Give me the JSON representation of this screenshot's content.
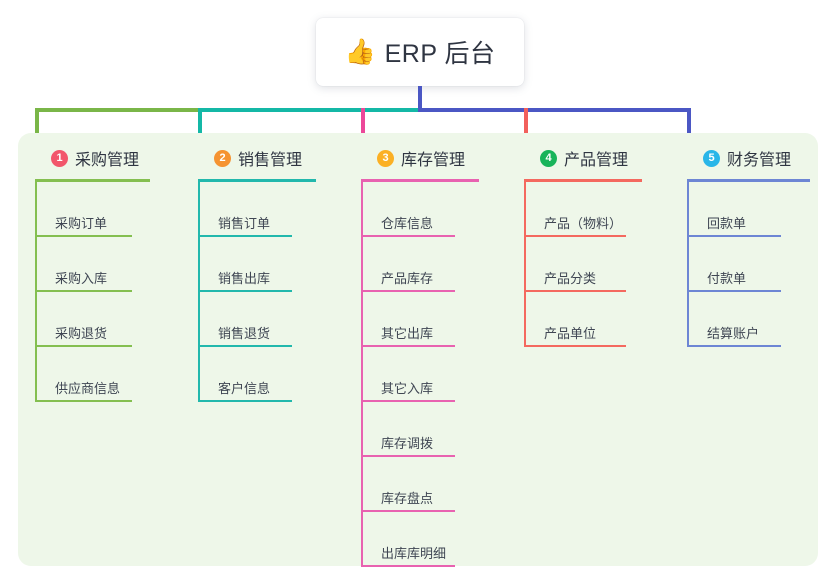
{
  "root": {
    "icon": "thumbs-up-emoji",
    "emoji": "👍",
    "title": "ERP 后台"
  },
  "colors": {
    "panel_bg": "#eef7e9",
    "page_bg": "#ffffff",
    "text": "#2f3542",
    "root_stem": "#4b57c4",
    "connector_green": "#7ab648",
    "connector_teal": "#14b8a6",
    "connector_purple": "#4b57c4",
    "connector_pink": "#ec4899",
    "connector_red": "#f2605c"
  },
  "columns": [
    {
      "index": "1",
      "title": "采购管理",
      "badge_color": "#f2566b",
      "line_color": "#84bf50",
      "leaves": [
        {
          "label": "采购订单"
        },
        {
          "label": "采购入库"
        },
        {
          "label": "采购退货"
        },
        {
          "label": "供应商信息"
        }
      ]
    },
    {
      "index": "2",
      "title": "销售管理",
      "badge_color": "#f59331",
      "line_color": "#22b8ac",
      "leaves": [
        {
          "label": "销售订单"
        },
        {
          "label": "销售出库"
        },
        {
          "label": "销售退货"
        },
        {
          "label": "客户信息"
        }
      ]
    },
    {
      "index": "3",
      "title": "库存管理",
      "badge_color": "#fbb024",
      "line_color": "#e862b0",
      "leaves": [
        {
          "label": "仓库信息"
        },
        {
          "label": "产品库存"
        },
        {
          "label": "其它出库"
        },
        {
          "label": "其它入库"
        },
        {
          "label": "库存调拨"
        },
        {
          "label": "库存盘点"
        },
        {
          "label": "出库库明细"
        }
      ]
    },
    {
      "index": "4",
      "title": "产品管理",
      "badge_color": "#18b45a",
      "line_color": "#f4695f",
      "leaves": [
        {
          "label": "产品（物料）"
        },
        {
          "label": "产品分类"
        },
        {
          "label": "产品单位"
        }
      ]
    },
    {
      "index": "5",
      "title": "财务管理",
      "badge_color": "#29b6e8",
      "line_color": "#6d86d4",
      "leaves": [
        {
          "label": "回款单"
        },
        {
          "label": "付款单"
        },
        {
          "label": "结算账户"
        }
      ]
    }
  ]
}
